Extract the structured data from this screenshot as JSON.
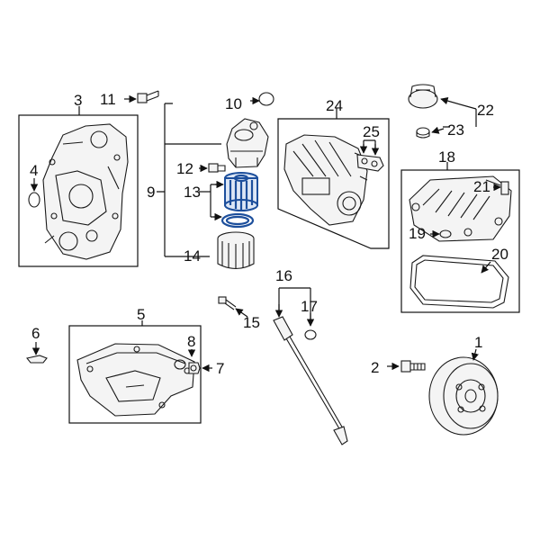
{
  "callouts": {
    "c1": "1",
    "c2": "2",
    "c3": "3",
    "c4": "4",
    "c5": "5",
    "c6": "6",
    "c7": "7",
    "c8": "8",
    "c9": "9",
    "c10": "10",
    "c11": "11",
    "c12": "12",
    "c13": "13",
    "c14": "14",
    "c15": "15",
    "c16": "16",
    "c17": "17",
    "c18": "18",
    "c19": "19",
    "c20": "20",
    "c21": "21",
    "c22": "22",
    "c23": "23",
    "c24": "24",
    "c25": "25"
  },
  "colors": {
    "highlight": "#1d4f9c",
    "line": "#1a1a1a",
    "background": "#ffffff"
  }
}
